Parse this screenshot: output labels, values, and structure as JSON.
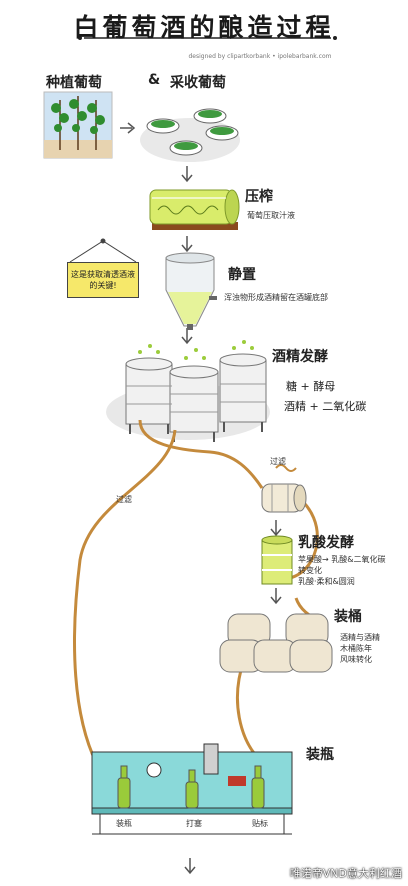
{
  "title": "白葡萄酒的酿造过程",
  "credit": "designed by clipartkorbank • ipolebarbank.com",
  "steps": {
    "plant": "种植葡萄",
    "amp": "&",
    "harvest": "采收葡萄",
    "press": "压榨",
    "press_sub": "葡萄压取汁液",
    "settle": "静置",
    "settle_sub": "浑浊物形成酒精留在酒罐底部",
    "note": "这是获取清透酒液的关键!",
    "alc_ferm": "酒精发酵",
    "eq_line1": "糖 + 酵母",
    "eq_line2": "酒精 + 二氧化碳",
    "filter1": "过滤",
    "filter2": "过滤",
    "lactic": "乳酸发酵",
    "lactic_sub1": "苹果酸→ 乳酸&二氧化碳",
    "lactic_sub2": "转变化",
    "lactic_sub3": "乳酸·柔和&圆润",
    "barrel": "装桶",
    "barrel_sub1": "酒精与酒精",
    "barrel_sub2": "木桶陈年",
    "barrel_sub3": "风味转化",
    "bottle": "装瓶",
    "bottle_a": "装瓶",
    "bottle_b": "打塞",
    "bottle_c": "贴标"
  },
  "watermark": "唯诺帝VND意大利红酒"
}
